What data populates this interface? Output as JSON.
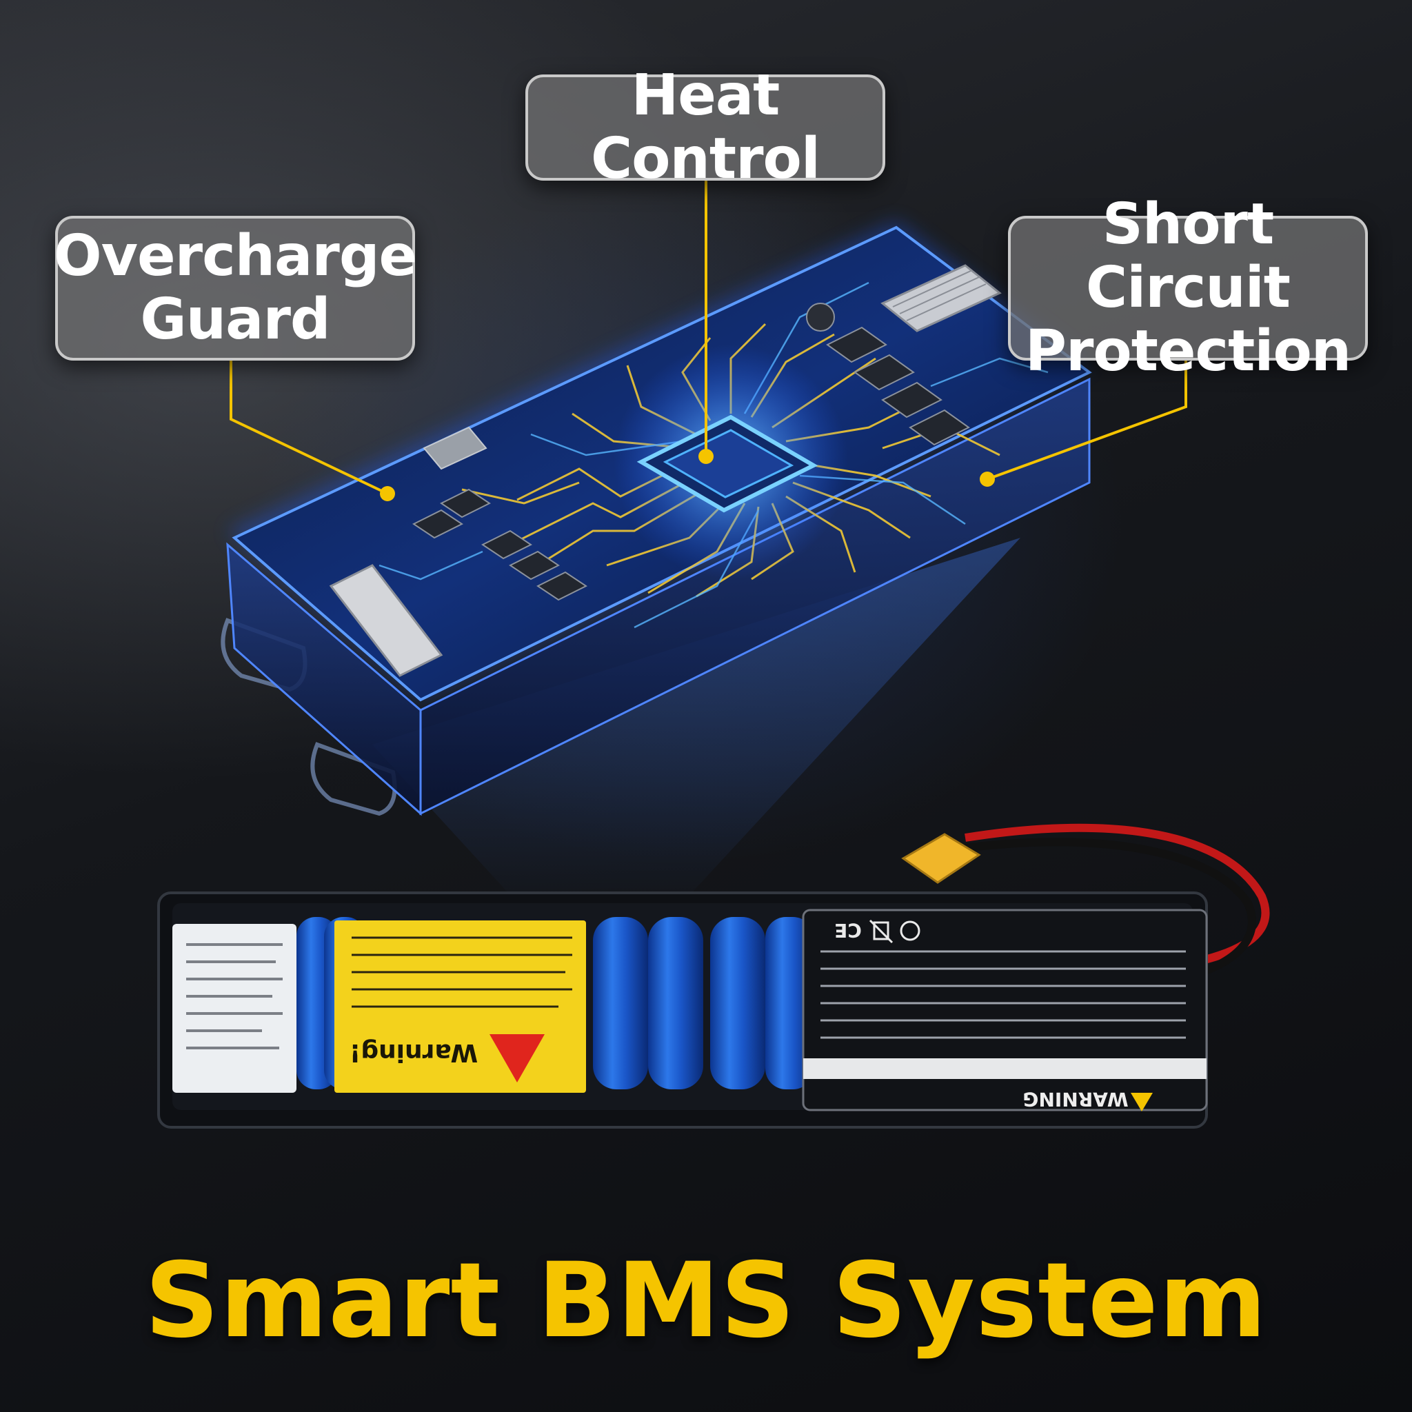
{
  "callouts": {
    "heat_control": "Heat Control",
    "overcharge_line1": "Overcharge",
    "overcharge_line2": "Guard",
    "short_circuit_line1": "Short Circuit",
    "short_circuit_line2": "Protection"
  },
  "headline": "Smart BMS System",
  "battery_labels": {
    "warning_sticker": "Warning!",
    "warning_panel": "WARNING"
  },
  "colors": {
    "accent_yellow": "#f5c400",
    "circuit_blue": "#2f7bff",
    "cell_blue": "#1e5fd6",
    "callout_gray": "#6e6e70"
  },
  "icons": [
    "warning-triangle-icon",
    "ce-mark-icon",
    "recycle-icon",
    "no-trash-icon"
  ]
}
